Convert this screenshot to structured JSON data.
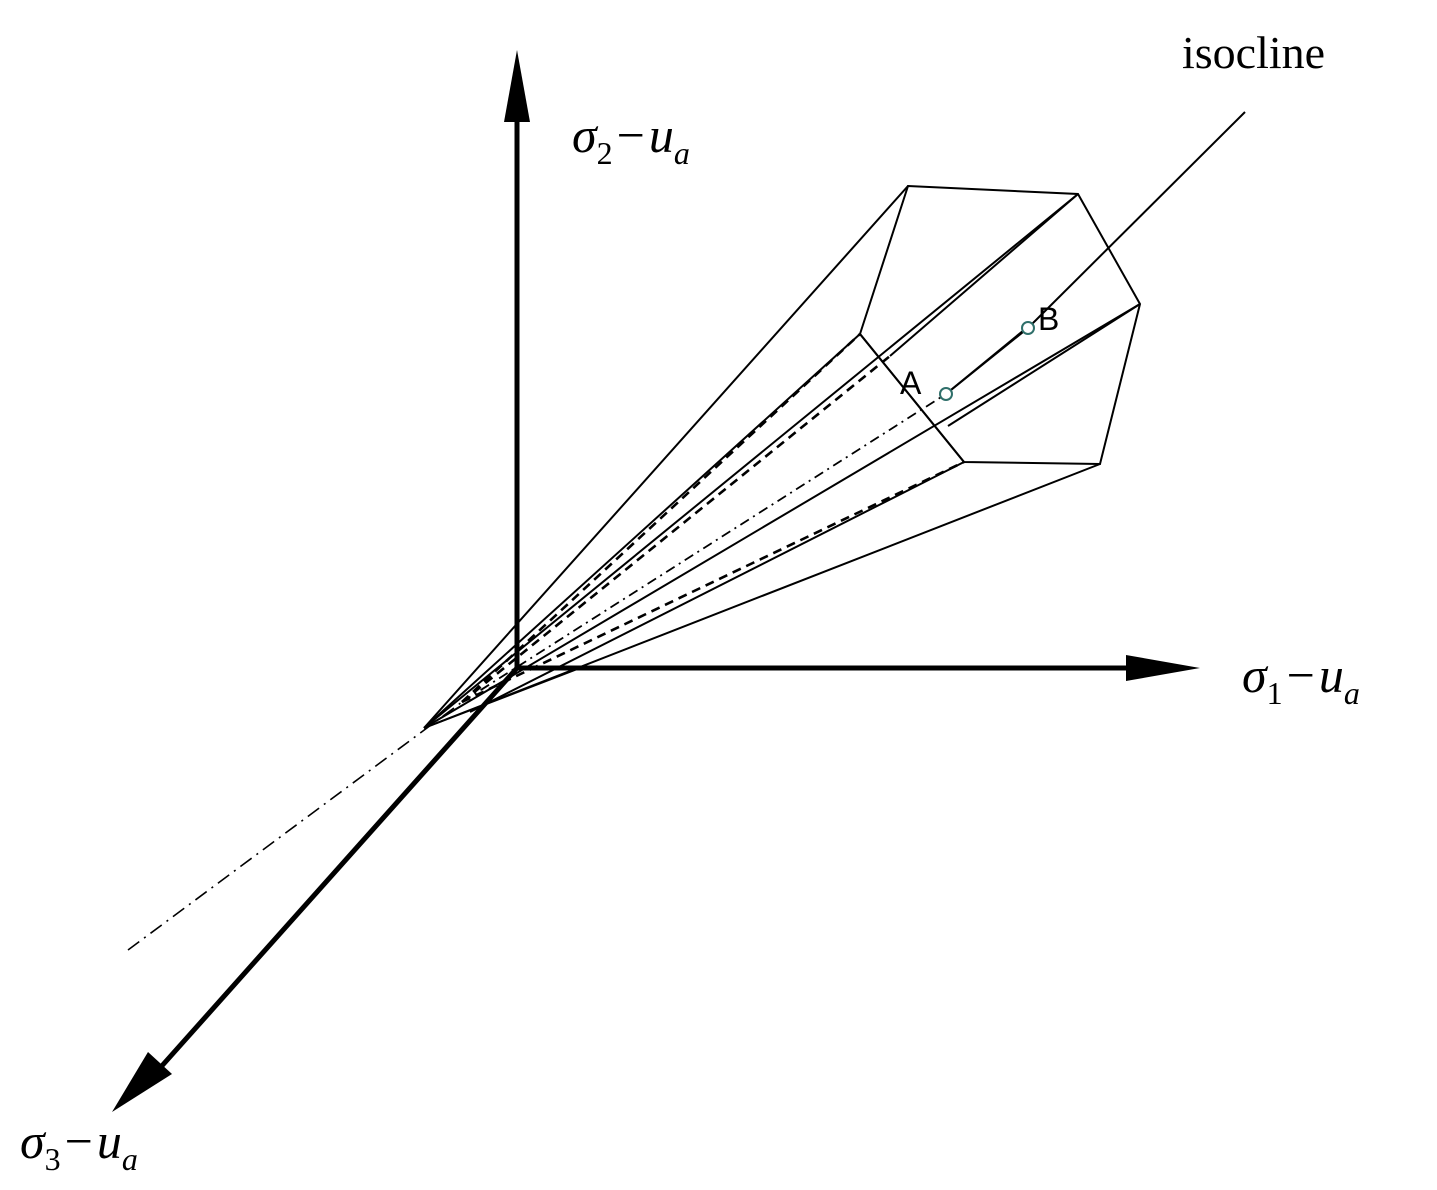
{
  "labels": {
    "isocline": "isocline",
    "point_a": "A",
    "point_b": "B"
  },
  "axes": {
    "sigma1": {
      "symbol": "σ",
      "sub": "1",
      "minus": "−",
      "u": "u",
      "u_sub": "a"
    },
    "sigma2": {
      "symbol": "σ",
      "sub": "2",
      "minus": "−",
      "u": "u",
      "u_sub": "a"
    },
    "sigma3": {
      "symbol": "σ",
      "sub": "3",
      "minus": "−",
      "u": "u",
      "u_sub": "a"
    }
  },
  "colors": {
    "line": "#000000",
    "point_stroke": "#2f6f6a",
    "point_fill": "#ffffff"
  }
}
